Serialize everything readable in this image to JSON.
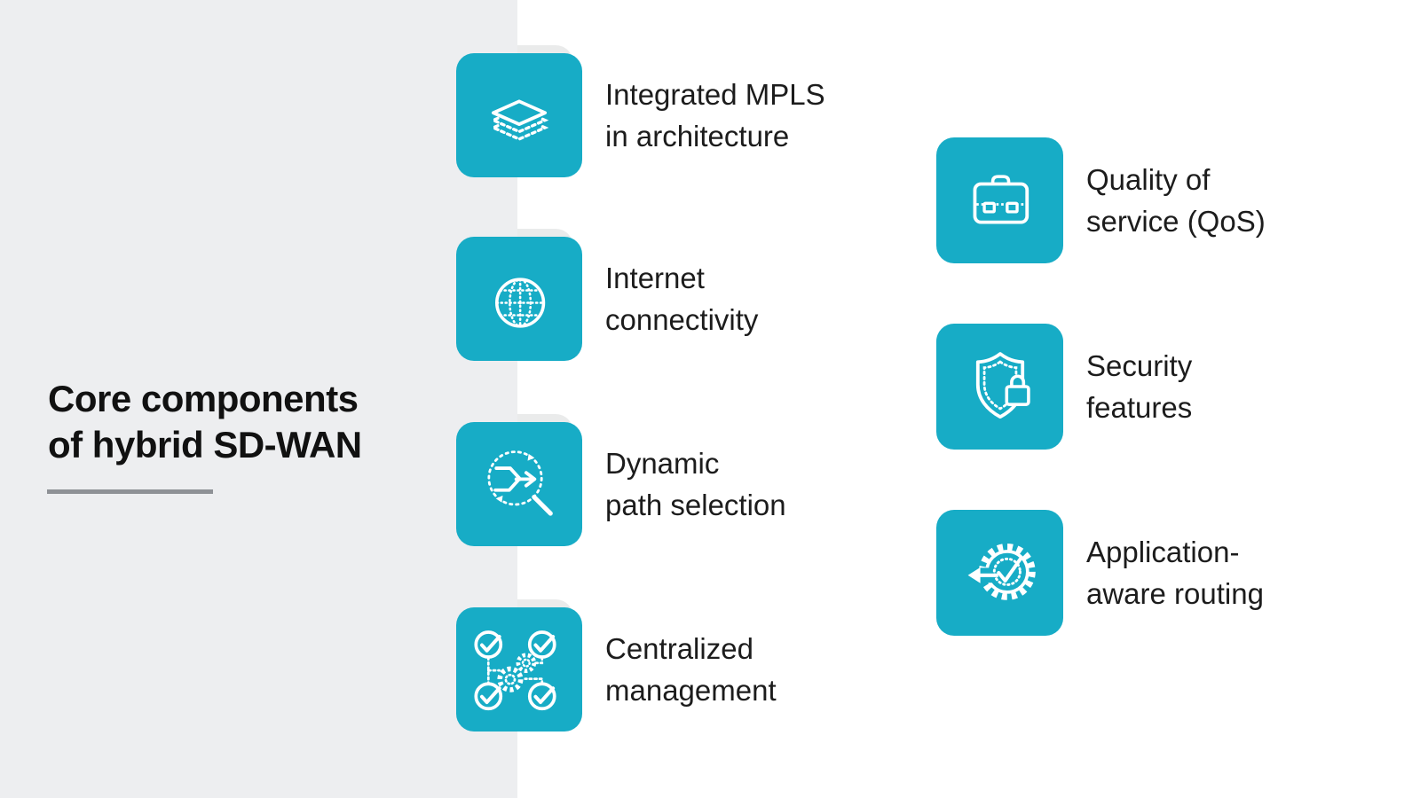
{
  "title": {
    "line1": "Core components",
    "line2": "of hybrid SD-WAN"
  },
  "colors": {
    "tile": "#17acc6",
    "panel": "#edeef0",
    "underline": "#8e9196",
    "title_text": "#111111",
    "label_text": "#1c1c1c",
    "icon_stroke": "#ffffff",
    "shadow": "rgba(50,55,60,0.10)"
  },
  "items_left": [
    {
      "icon": "layers-icon",
      "line1": "Integrated MPLS",
      "line2": "in architecture"
    },
    {
      "icon": "globe-icon",
      "line1": "Internet",
      "line2": "connectivity"
    },
    {
      "icon": "path-selection-icon",
      "line1": "Dynamic",
      "line2": "path selection"
    },
    {
      "icon": "centralized-management-icon",
      "line1": "Centralized",
      "line2": "management"
    }
  ],
  "items_right": [
    {
      "icon": "briefcase-icon",
      "line1": "Quality of",
      "line2": "service (QoS)"
    },
    {
      "icon": "shield-lock-icon",
      "line1": "Security",
      "line2": "features"
    },
    {
      "icon": "gear-check-arrow-icon",
      "line1": "Application-",
      "line2": "aware routing"
    }
  ]
}
